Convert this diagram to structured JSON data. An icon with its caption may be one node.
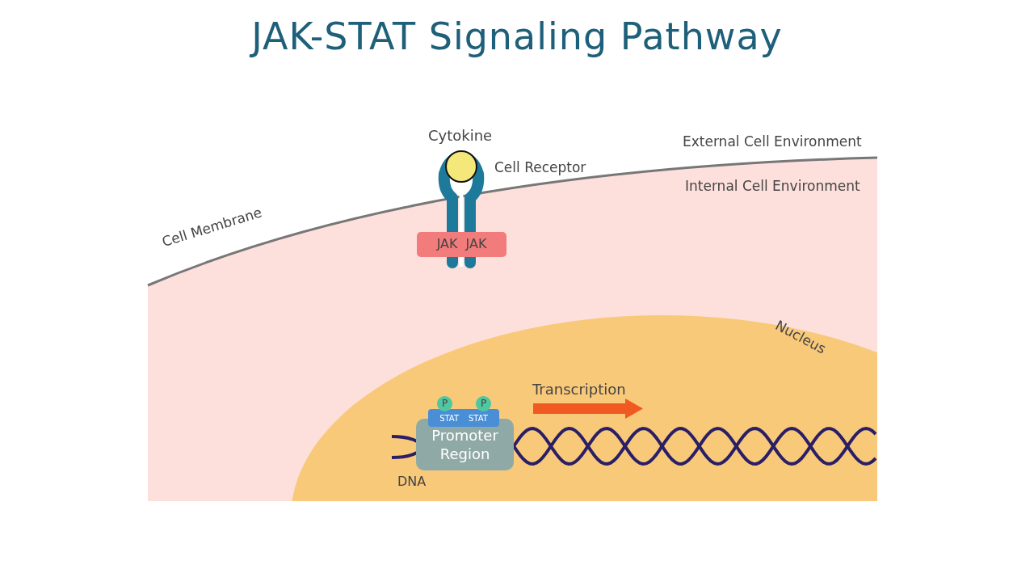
{
  "diagram": {
    "title": "JAK-STAT Signaling Pathway",
    "nodes": [
      {
        "text": [
          "JAK",
          "JAK"
        ]
      },
      {
        "text": [
          "P"
        ]
      },
      {
        "text": [
          "P"
        ]
      },
      {
        "text": [
          "STAT",
          "STAT"
        ]
      },
      {
        "text": [
          "Promoter Region"
        ]
      }
    ],
    "labels": [
      "Cytokine",
      "External Cell Environment",
      "Cell Receptor",
      "Internal Cell Environment",
      "Cell Membrane",
      "Nucleus",
      "Transcription",
      "DNA"
    ]
  }
}
